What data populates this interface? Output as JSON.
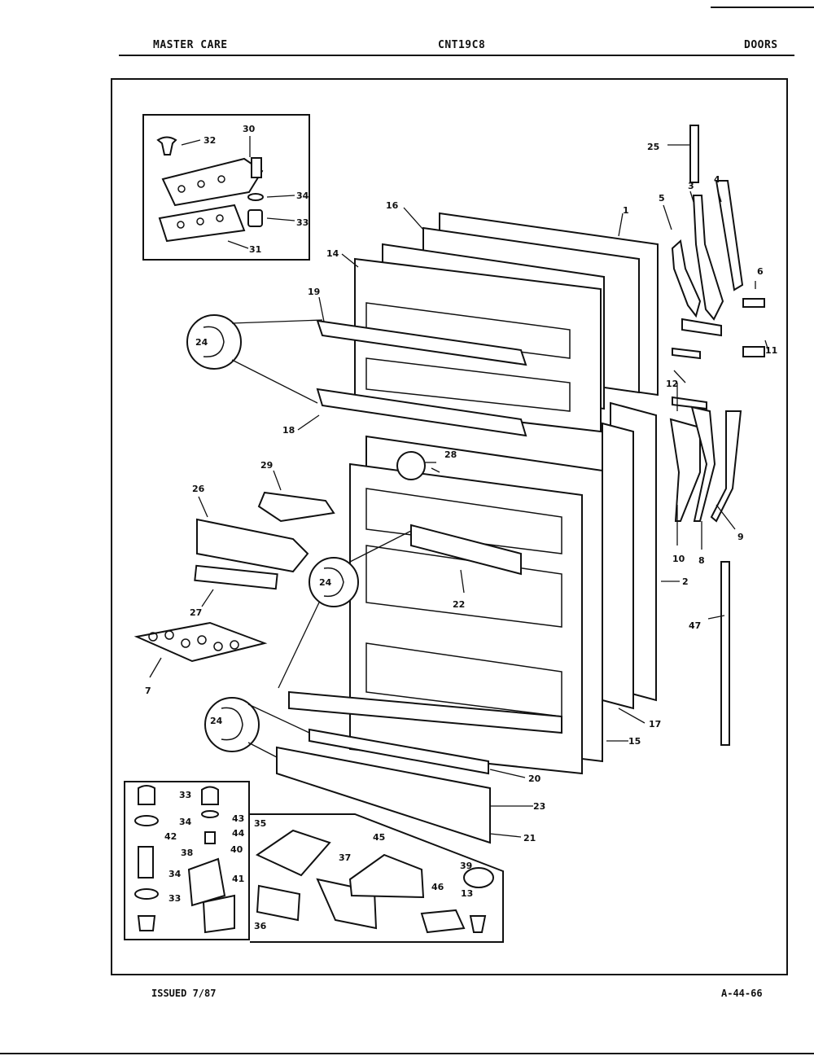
{
  "header": {
    "brand": "MASTER CARE",
    "model": "CNT19C8",
    "section": "DOORS"
  },
  "footer": {
    "issued": "ISSUED 7/87",
    "code": "A-44-66"
  },
  "callouts": {
    "c1": "1",
    "c2": "2",
    "c3": "3",
    "c4": "4",
    "c5": "5",
    "c6": "6",
    "c7": "7",
    "c8": "8",
    "c9": "9",
    "c10": "10",
    "c11": "11",
    "c12": "12",
    "c13": "13",
    "c14": "14",
    "c15": "15",
    "c16": "16",
    "c17": "17",
    "c18": "18",
    "c19": "19",
    "c20": "20",
    "c21": "21",
    "c22": "22",
    "c23": "23",
    "c24": "24",
    "c25": "25",
    "c26": "26",
    "c27": "27",
    "c28": "28",
    "c29": "29",
    "c30": "30",
    "c31": "31",
    "c32": "32",
    "c33": "33",
    "c34": "34",
    "c35": "35",
    "c36": "36",
    "c37": "37",
    "c38": "38",
    "c39": "39",
    "c40": "40",
    "c41": "41",
    "c42": "42",
    "c43": "43",
    "c44": "44",
    "c45": "45",
    "c46": "46",
    "c47": "47"
  }
}
